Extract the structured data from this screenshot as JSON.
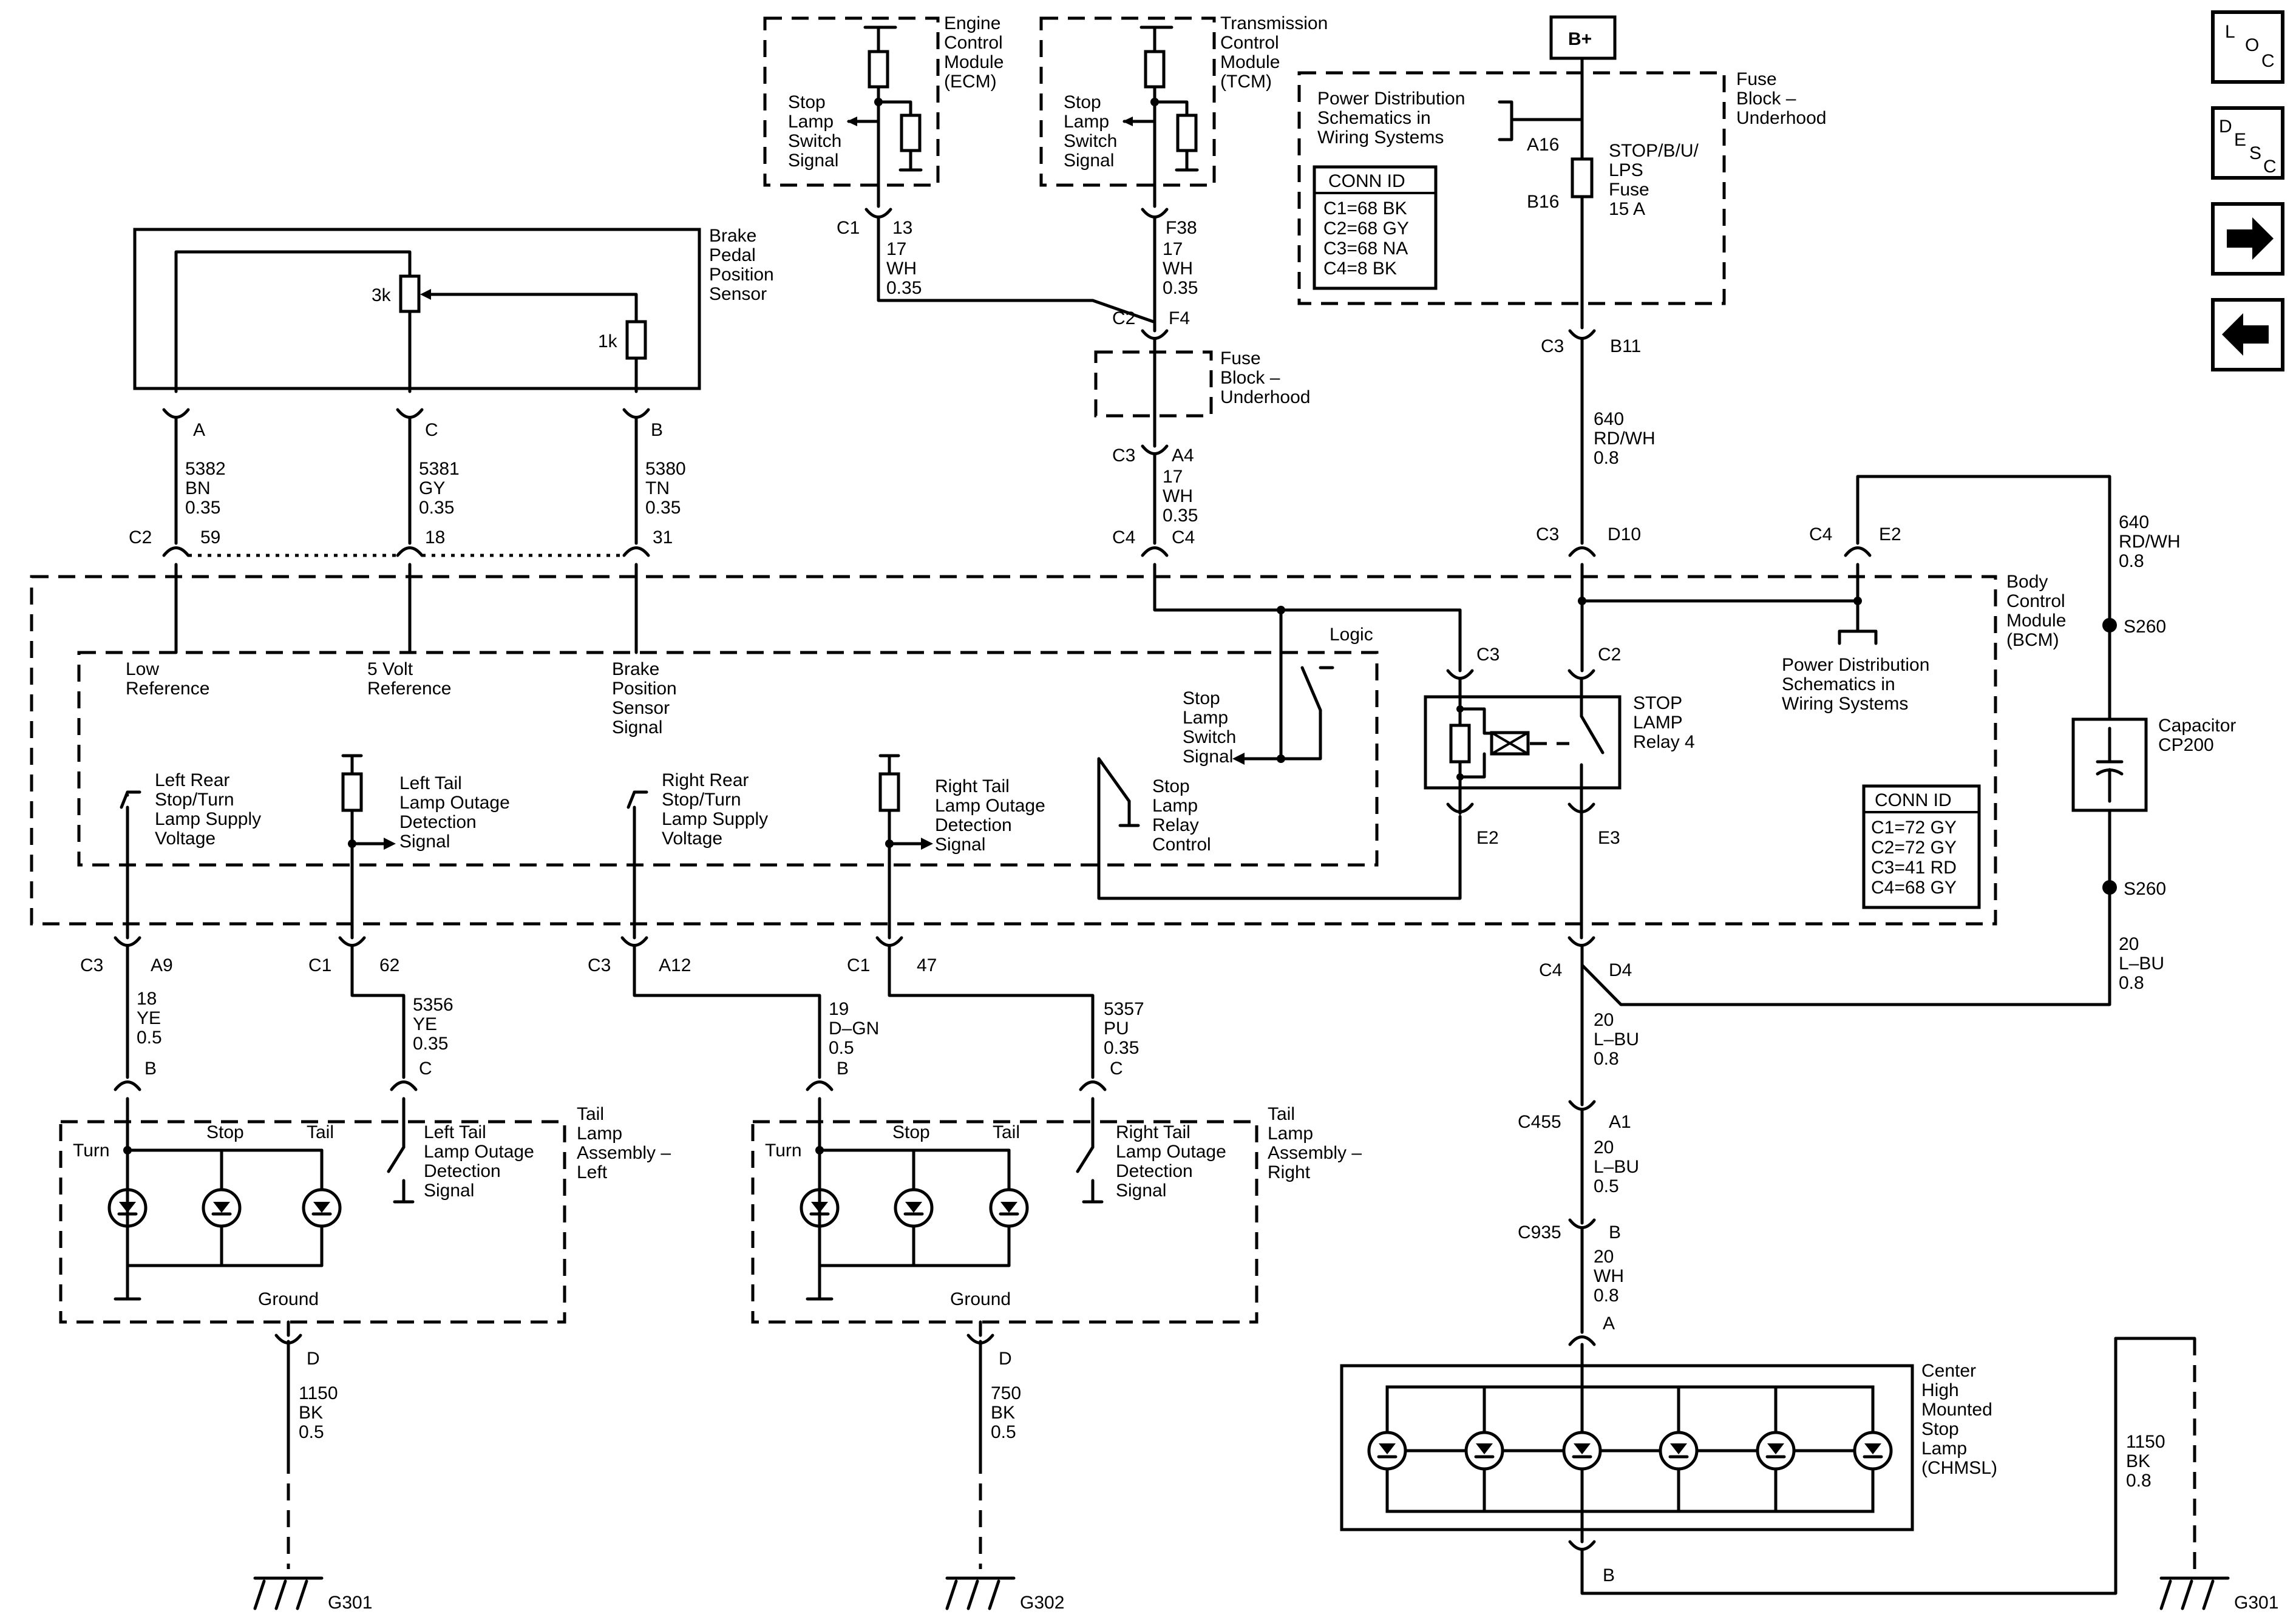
{
  "nav": {
    "loc": {
      "l": "L",
      "o": "O",
      "c": "C"
    },
    "desc": {
      "d": "D",
      "e": "E",
      "s": "S",
      "c": "C"
    }
  },
  "power": {
    "bplus": "B+"
  },
  "fuse_block": {
    "title": [
      "Fuse",
      "Block –",
      "Underhood"
    ],
    "pd_ref": [
      "Power Distribution",
      "Schematics in",
      "Wiring Systems"
    ],
    "pin_top": "A16",
    "pin_bot": "B16",
    "fuse": [
      "STOP/B/U/",
      "LPS",
      "Fuse",
      "15 A"
    ],
    "conn_header": "CONN ID",
    "conn": [
      "C1=68 BK",
      "C2=68 GY",
      "C3=68 NA",
      "C4=8 BK"
    ]
  },
  "ecm": {
    "title": [
      "Engine",
      "Control",
      "Module",
      "(ECM)"
    ],
    "signal": [
      "Stop",
      "Lamp",
      "Switch",
      "Signal"
    ],
    "conn": "C1",
    "pin": "13",
    "wire": [
      "17",
      "WH",
      "0.35"
    ]
  },
  "tcm": {
    "title": [
      "Transmission",
      "Control",
      "Module",
      "(TCM)"
    ],
    "signal": [
      "Stop",
      "Lamp",
      "Switch",
      "Signal"
    ],
    "pin": "F38",
    "wire": [
      "17",
      "WH",
      "0.35"
    ]
  },
  "f4": {
    "conn": "C2",
    "pin": "F4"
  },
  "fuse_block2": {
    "title": [
      "Fuse",
      "Block –",
      "Underhood"
    ],
    "conn": "C3",
    "pin": "A4",
    "wire": [
      "17",
      "WH",
      "0.35"
    ]
  },
  "bcm_c4": {
    "conn": "C4",
    "pin": "C4"
  },
  "stop_feed": {
    "conn": "C3",
    "pin": "B11",
    "wire": [
      "640",
      "RD/WH",
      "0.8"
    ],
    "conn2": "C3",
    "pin2": "D10"
  },
  "e2": {
    "conn": "C4",
    "pin": "E2"
  },
  "cap_feed": {
    "wire": [
      "640",
      "RD/WH",
      "0.8"
    ],
    "splice_top": "S260",
    "splice_bot": "S260",
    "capacitor": [
      "Capacitor",
      "CP200"
    ],
    "wire_bot": [
      "20",
      "L–BU",
      "0.8"
    ]
  },
  "bpps": {
    "title": [
      "Brake",
      "Pedal",
      "Position",
      "Sensor"
    ],
    "r1": "3k",
    "r2": "1k",
    "pins": [
      "A",
      "C",
      "B"
    ],
    "wires": [
      [
        "5382",
        "BN",
        "0.35"
      ],
      [
        "5381",
        "GY",
        "0.35"
      ],
      [
        "5380",
        "TN",
        "0.35"
      ]
    ],
    "c2": "C2",
    "c2pins": [
      "59",
      "18",
      "31"
    ]
  },
  "bcm": {
    "title": [
      "Body",
      "Control",
      "Module",
      "(BCM)"
    ],
    "logic": "Logic",
    "low_ref": [
      "Low",
      "Reference"
    ],
    "five_ref": [
      "5 Volt",
      "Reference"
    ],
    "bps": [
      "Brake",
      "Position",
      "Sensor",
      "Signal"
    ],
    "sls": [
      "Stop",
      "Lamp",
      "Switch",
      "Signal"
    ],
    "slrc": [
      "Stop",
      "Lamp",
      "Relay",
      "Control"
    ],
    "lr_supply": [
      "Left Rear",
      "Stop/Turn",
      "Lamp Supply",
      "Voltage"
    ],
    "lt_outage": [
      "Left Tail",
      "Lamp Outage",
      "Detection",
      "Signal"
    ],
    "rr_supply": [
      "Right Rear",
      "Stop/Turn",
      "Lamp Supply",
      "Voltage"
    ],
    "rt_outage": [
      "Right Tail",
      "Lamp Outage",
      "Detection",
      "Signal"
    ],
    "relay": [
      "STOP",
      "LAMP",
      "Relay 4"
    ],
    "relay_pins": {
      "c3": "C3",
      "c2": "C2",
      "e2": "E2",
      "e3": "E3"
    },
    "pd_ref": [
      "Power Distribution",
      "Schematics in",
      "Wiring Systems"
    ],
    "conn_header": "CONN ID",
    "conn": [
      "C1=72 GY",
      "C2=72 GY",
      "C3=41 RD",
      "C4=68 GY"
    ]
  },
  "bcm_out": {
    "lr": {
      "conn": "C3",
      "pin": "A9",
      "wire": [
        "18",
        "YE",
        "0.5"
      ],
      "lamp_pin": "B"
    },
    "lt": {
      "conn": "C1",
      "pin": "62",
      "wire": [
        "5356",
        "YE",
        "0.35"
      ],
      "lamp_pin": "C"
    },
    "rr": {
      "conn": "C3",
      "pin": "A12",
      "wire": [
        "19",
        "D–GN",
        "0.5"
      ],
      "lamp_pin": "B"
    },
    "rt": {
      "conn": "C1",
      "pin": "47",
      "wire": [
        "5357",
        "PU",
        "0.35"
      ],
      "lamp_pin": "C"
    },
    "chmsl": {
      "conn": "C4",
      "pin": "D4",
      "wire": [
        "20",
        "L–BU",
        "0.8"
      ]
    }
  },
  "tail_left": {
    "title": [
      "Tail",
      "Lamp",
      "Assembly –",
      "Left"
    ],
    "turn": "Turn",
    "stop": "Stop",
    "tail": "Tail",
    "outage": [
      "Left Tail",
      "Lamp Outage",
      "Detection",
      "Signal"
    ],
    "ground": "Ground",
    "gpin": "D",
    "gwire": [
      "1150",
      "BK",
      "0.5"
    ],
    "gnd": "G301"
  },
  "tail_right": {
    "title": [
      "Tail",
      "Lamp",
      "Assembly –",
      "Right"
    ],
    "turn": "Turn",
    "stop": "Stop",
    "tail": "Tail",
    "outage": [
      "Right Tail",
      "Lamp Outage",
      "Detection",
      "Signal"
    ],
    "ground": "Ground",
    "gpin": "D",
    "gwire": [
      "750",
      "BK",
      "0.5"
    ],
    "gnd": "G302"
  },
  "c455": {
    "conn": "C455",
    "pin": "A1",
    "wire": [
      "20",
      "L–BU",
      "0.5"
    ]
  },
  "c935": {
    "conn": "C935",
    "pin": "B",
    "wire": [
      "20",
      "WH",
      "0.8"
    ]
  },
  "chmsl": {
    "pin_top": "A",
    "pin_bot": "B",
    "title": [
      "Center",
      "High",
      "Mounted",
      "Stop",
      "Lamp",
      "(CHMSL)"
    ],
    "gwire": [
      "1150",
      "BK",
      "0.8"
    ],
    "gnd": "G301"
  }
}
